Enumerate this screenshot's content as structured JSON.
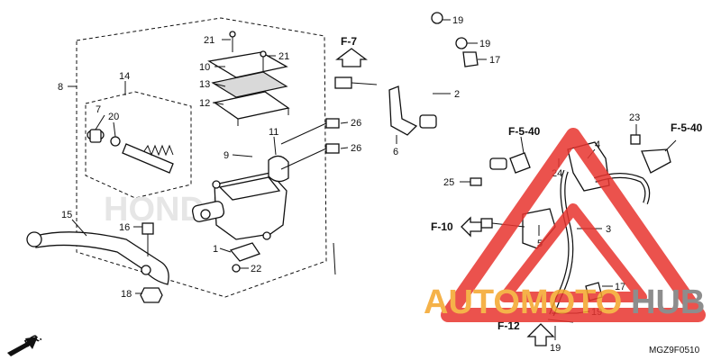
{
  "diagram": {
    "model_code": "MGZ9F0510",
    "direction_label": "FR.",
    "brand_watermark": "HONDA",
    "watermark": {
      "part1": "AUTOMOTO",
      "part2": "HUB",
      "color_orange": "#F4A52A",
      "color_gray": "#7A7A7A",
      "color_red": "#E8342F"
    },
    "section_refs": [
      "F-7",
      "F-5-40",
      "F-5-40",
      "F-10",
      "F-12"
    ],
    "callouts": [
      "21",
      "21",
      "10",
      "13",
      "12",
      "8",
      "14",
      "7",
      "20",
      "9",
      "11",
      "26",
      "26",
      "15",
      "16",
      "1",
      "22",
      "18",
      "19",
      "19",
      "17",
      "2",
      "6",
      "25",
      "24",
      "4",
      "23",
      "5",
      "3",
      "17",
      "19",
      "19"
    ]
  }
}
